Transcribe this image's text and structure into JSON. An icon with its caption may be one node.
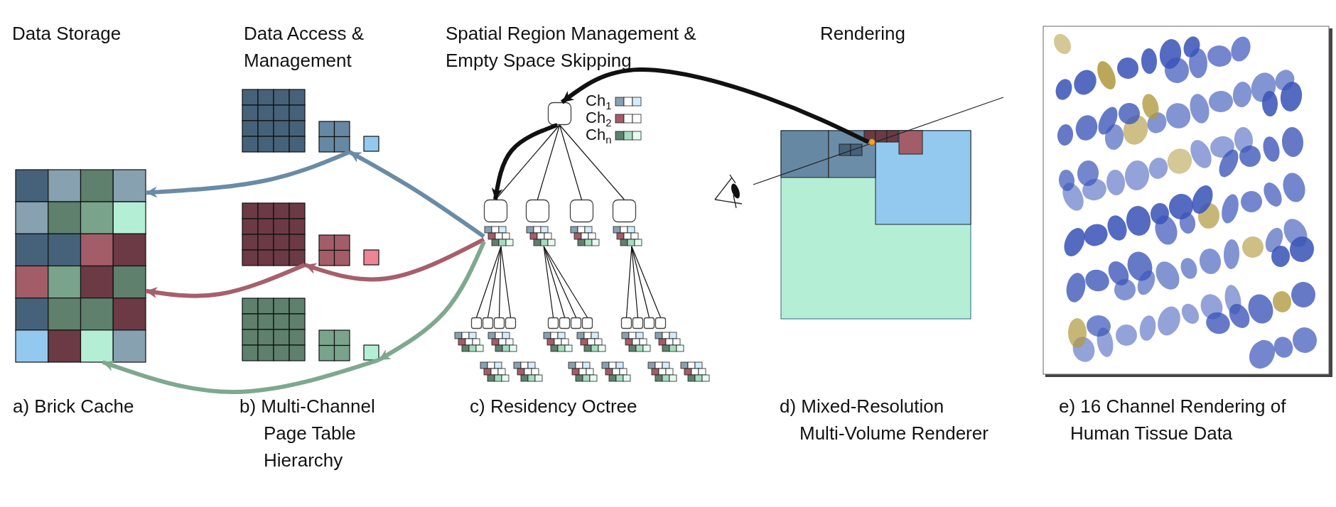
{
  "diagram": {
    "nodes": [
      {
        "text": [],
        "shape": "box"
      },
      {
        "text": [],
        "shape": "box"
      },
      {
        "text": [],
        "shape": "box"
      },
      {
        "text": [],
        "shape": "box"
      },
      {
        "text": [],
        "shape": "box"
      },
      {
        "text": [],
        "shape": "box"
      },
      {
        "text": [],
        "shape": "box"
      },
      {
        "text": [],
        "shape": "box"
      },
      {
        "text": [],
        "shape": "box"
      },
      {
        "text": [],
        "shape": "box"
      },
      {
        "text": [],
        "shape": "box"
      },
      {
        "text": [],
        "shape": "box"
      },
      {
        "text": [],
        "shape": "box"
      },
      {
        "text": [],
        "shape": "box"
      },
      {
        "text": [],
        "shape": "box"
      },
      {
        "text": [],
        "shape": "box"
      },
      {
        "text": [],
        "shape": "box"
      },
      {
        "text": [],
        "shape": "box"
      },
      {
        "text": [],
        "shape": "box"
      },
      {
        "text": [],
        "shape": "box"
      },
      {
        "text": [],
        "shape": "box"
      },
      {
        "text": [],
        "shape": "box"
      },
      {
        "text": [],
        "shape": "box"
      },
      {
        "text": [],
        "shape": "box"
      },
      {
        "text": [],
        "shape": "box"
      },
      {
        "text": [],
        "shape": "box"
      },
      {
        "text": [],
        "shape": "box"
      },
      {
        "text": [],
        "shape": "circle"
      }
    ],
    "edges": [
      {
        "from": 11,
        "to": 2,
        "arrow": "to",
        "style": "thick",
        "color": "#6a8ba6"
      },
      {
        "from": 2,
        "to": 0,
        "arrow": "to",
        "style": "thick",
        "color": "#6a8ba6"
      },
      {
        "from": 11,
        "to": 4,
        "arrow": "to",
        "style": "thick",
        "color": "#a65f6b"
      },
      {
        "from": 4,
        "to": 0,
        "arrow": "to",
        "style": "thick",
        "color": "#a65f6b"
      },
      {
        "from": 11,
        "to": 9,
        "arrow": "to",
        "style": "thick",
        "color": "#7ea88f"
      },
      {
        "from": 9,
        "to": 0,
        "arrow": "to",
        "style": "thick",
        "color": "#7ea88f"
      },
      {
        "from": 10,
        "to": 11,
        "arrow": "to",
        "style": "thick"
      },
      {
        "from": 10,
        "to": 11,
        "arrow": "none"
      },
      {
        "from": 10,
        "to": 12,
        "arrow": "none"
      },
      {
        "from": 10,
        "to": 13,
        "arrow": "none"
      },
      {
        "from": 10,
        "to": 14,
        "arrow": "none"
      },
      {
        "from": 11,
        "to": 15,
        "arrow": "none"
      },
      {
        "from": 11,
        "to": 16,
        "arrow": "none"
      },
      {
        "from": 11,
        "to": 17,
        "arrow": "none"
      },
      {
        "from": 11,
        "to": 18,
        "arrow": "none"
      },
      {
        "from": 12,
        "to": 19,
        "arrow": "none"
      },
      {
        "from": 12,
        "to": 20,
        "arrow": "none"
      },
      {
        "from": 12,
        "to": 21,
        "arrow": "none"
      },
      {
        "from": 12,
        "to": 22,
        "arrow": "none"
      },
      {
        "from": 14,
        "to": 23,
        "arrow": "none"
      },
      {
        "from": 14,
        "to": 24,
        "arrow": "none"
      },
      {
        "from": 14,
        "to": 25,
        "arrow": "none"
      },
      {
        "from": 14,
        "to": 26,
        "arrow": "none"
      },
      {
        "from": 27,
        "to": 10,
        "arrow": "to",
        "style": "thick"
      }
    ],
    "labels": [
      "Data Storage",
      "Data Access & Management",
      "Spatial Region Management & Empty Space Skipping",
      "Rendering",
      "a) Brick Cache",
      "b) Multi-Channel Page Table Hierarchy",
      "c) Residency Octree",
      "d) Mixed-Resolution Multi-Volume Renderer",
      "e) 16 Channel Rendering of Human Tissue Data",
      "Ch$_{1}$",
      "Ch$_{2}$",
      "Ch$_{n}$"
    ]
  }
}
